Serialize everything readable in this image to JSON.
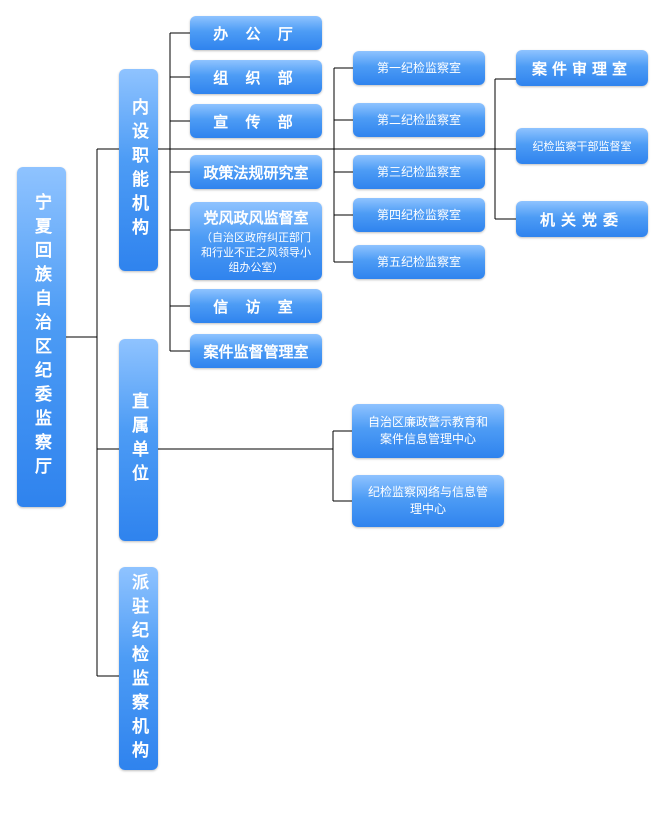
{
  "root": {
    "label": "宁夏回族自治区纪委监察厅"
  },
  "categories": {
    "internal": "内设职能机构",
    "direct": "直属单位",
    "dispatched": "派驻纪检监察机构"
  },
  "internal_units": {
    "office": "办 公 厅",
    "organization": "组 织 部",
    "publicity": "宣 传 部",
    "policy_research": "政策法规研究室",
    "conduct_supervision": "党风政风监督室",
    "conduct_supervision_note": "（自治区政府纠正部门和行业不正之风领导小组办公室）",
    "petitions": "信 访 室",
    "case_management": "案件监督管理室"
  },
  "inspection_rooms": [
    "第一纪检监察室",
    "第二纪检监察室",
    "第三纪检监察室",
    "第四纪检监察室",
    "第五纪检监察室"
  ],
  "right_units": {
    "case_review": "案件审理室",
    "cadre_supervision": "纪检监察干部监督室",
    "party_committee": "机关党委"
  },
  "direct_units": {
    "warning_center": "自治区廉政警示教育和案件信息管理中心",
    "network_center": "纪检监察网络与信息管理中心"
  },
  "colors": {
    "box_top": "#8fc3ff",
    "box_bottom": "#2f83ee",
    "line": "#000000"
  }
}
